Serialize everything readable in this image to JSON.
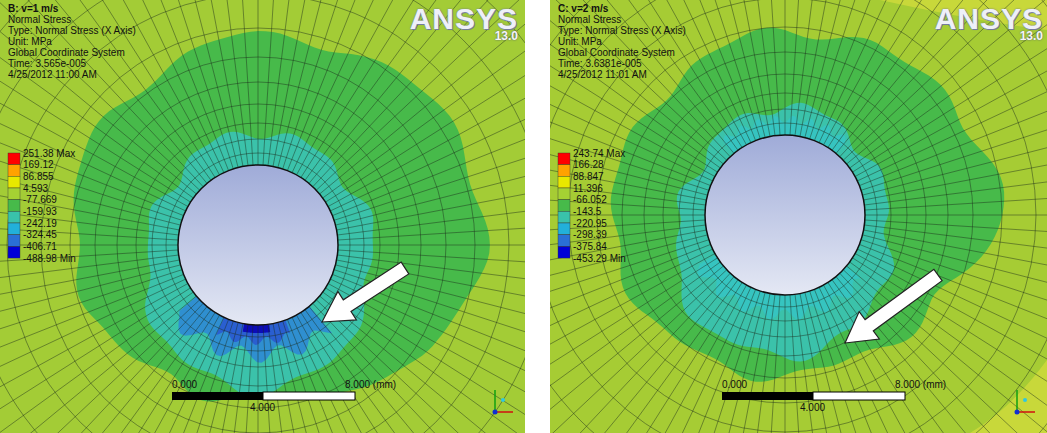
{
  "diagram": {
    "labels": [
      "B: v=1 m/s",
      "Normal Stress",
      "Type: Normal Stress (X Axis)",
      "Unit: MPa",
      "Global Coordinate System",
      "Time: 3.565e-005",
      "4/25/2012 11:00 AM",
      "251.38 Max",
      "169.12",
      "86.855",
      "4.593",
      "-77.669",
      "-159.93",
      "-242.19",
      "-324.45",
      "-406.71",
      "-488.98 Min",
      "0.000",
      "8.000 (mm)",
      "4.000",
      "ANSYS",
      "13.0",
      "C: v=2 m/s",
      "Normal Stress",
      "Type: Normal Stress (X Axis)",
      "Unit: MPa",
      "Global Coordinate System",
      "Time: 3.6381e-005",
      "4/25/2012 11:01 AM",
      "243.74 Max",
      "166.28",
      "88.847",
      "11.396",
      "-66.052",
      "-143.5",
      "-220.95",
      "-298.39",
      "-375.84",
      "-453.29 Min",
      "0.000",
      "8.000 (mm)",
      "4.000",
      "ANSYS",
      "13.0"
    ]
  }
}
